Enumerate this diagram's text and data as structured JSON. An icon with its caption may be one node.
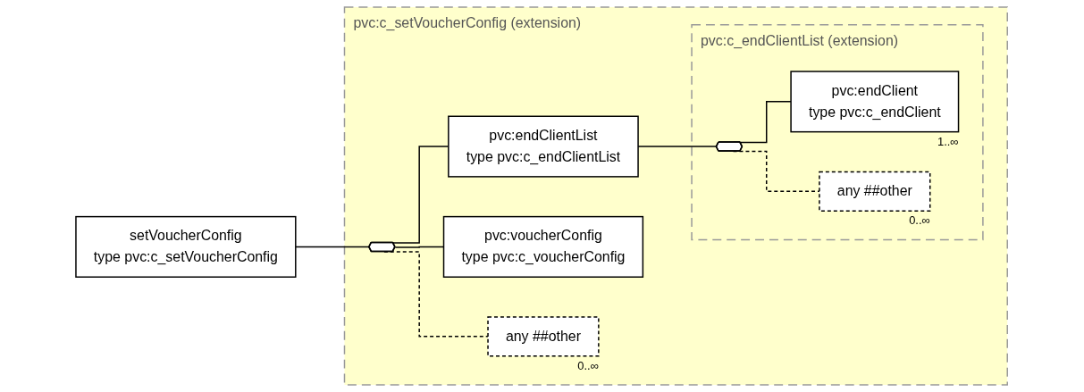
{
  "diagram": {
    "nodes": [
      {
        "text": [
          "setVoucherConfig",
          "type",
          "pvc:c_setVoucherConfig"
        ]
      },
      {
        "text": [
          "pvc:c_setVoucherConfig",
          "(extension)"
        ]
      },
      {
        "text": [],
        "shape": "hexagon",
        "in": 1
      },
      {
        "text": [
          "pvc:endClientList",
          "type",
          "pvc:c_endClientList"
        ],
        "in": 1
      },
      {
        "text": [
          "pvc:c_endClientList",
          "(extension)"
        ],
        "in": 1
      },
      {
        "text": [],
        "shape": "hexagon",
        "in": 4
      },
      {
        "text": [
          "pvc:endClient",
          "type",
          "pvc:c_endClient"
        ],
        "in": 4,
        "beside": [
          "1..∞"
        ]
      },
      {
        "text": [
          "any",
          "##other"
        ],
        "in": 4,
        "beside": [
          "0..∞"
        ]
      },
      {
        "text": [
          "pvc:voucherConfig",
          "type",
          "pvc:c_voucherConfig"
        ],
        "in": 1
      },
      {
        "text": [
          "any",
          "##other"
        ],
        "in": 1,
        "beside": [
          "0..∞"
        ]
      }
    ],
    "edges": [
      {
        "from": 0,
        "to": 2,
        "arrow": "none"
      },
      {
        "from": 2,
        "to": 3,
        "arrow": "none"
      },
      {
        "from": 3,
        "to": 5,
        "arrow": "none"
      },
      {
        "from": 5,
        "to": 6,
        "arrow": "none"
      },
      {
        "from": 5,
        "to": 7,
        "arrow": "none",
        "style": "dashed"
      },
      {
        "from": 2,
        "to": 8,
        "arrow": "none"
      },
      {
        "from": 2,
        "to": 9,
        "arrow": "none",
        "style": "dashed"
      }
    ]
  }
}
